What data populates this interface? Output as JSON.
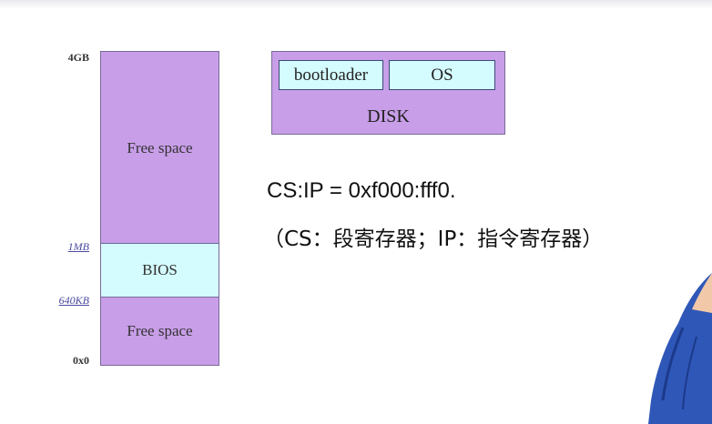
{
  "memory_map": {
    "segments": [
      {
        "label": "Free space"
      },
      {
        "label": "BIOS"
      },
      {
        "label": "Free space"
      }
    ],
    "addresses": [
      "4GB",
      "1MB",
      "640KB",
      "0x0"
    ],
    "colors": {
      "free": "#c89ee8",
      "bios": "#d4fbfd"
    }
  },
  "disk": {
    "bootloader": "bootloader",
    "os": "OS",
    "label": "DISK"
  },
  "text": {
    "line1": "CS:IP = 0xf000:fff0.",
    "line2": "（CS：段寄存器；IP：指令寄存器）"
  }
}
